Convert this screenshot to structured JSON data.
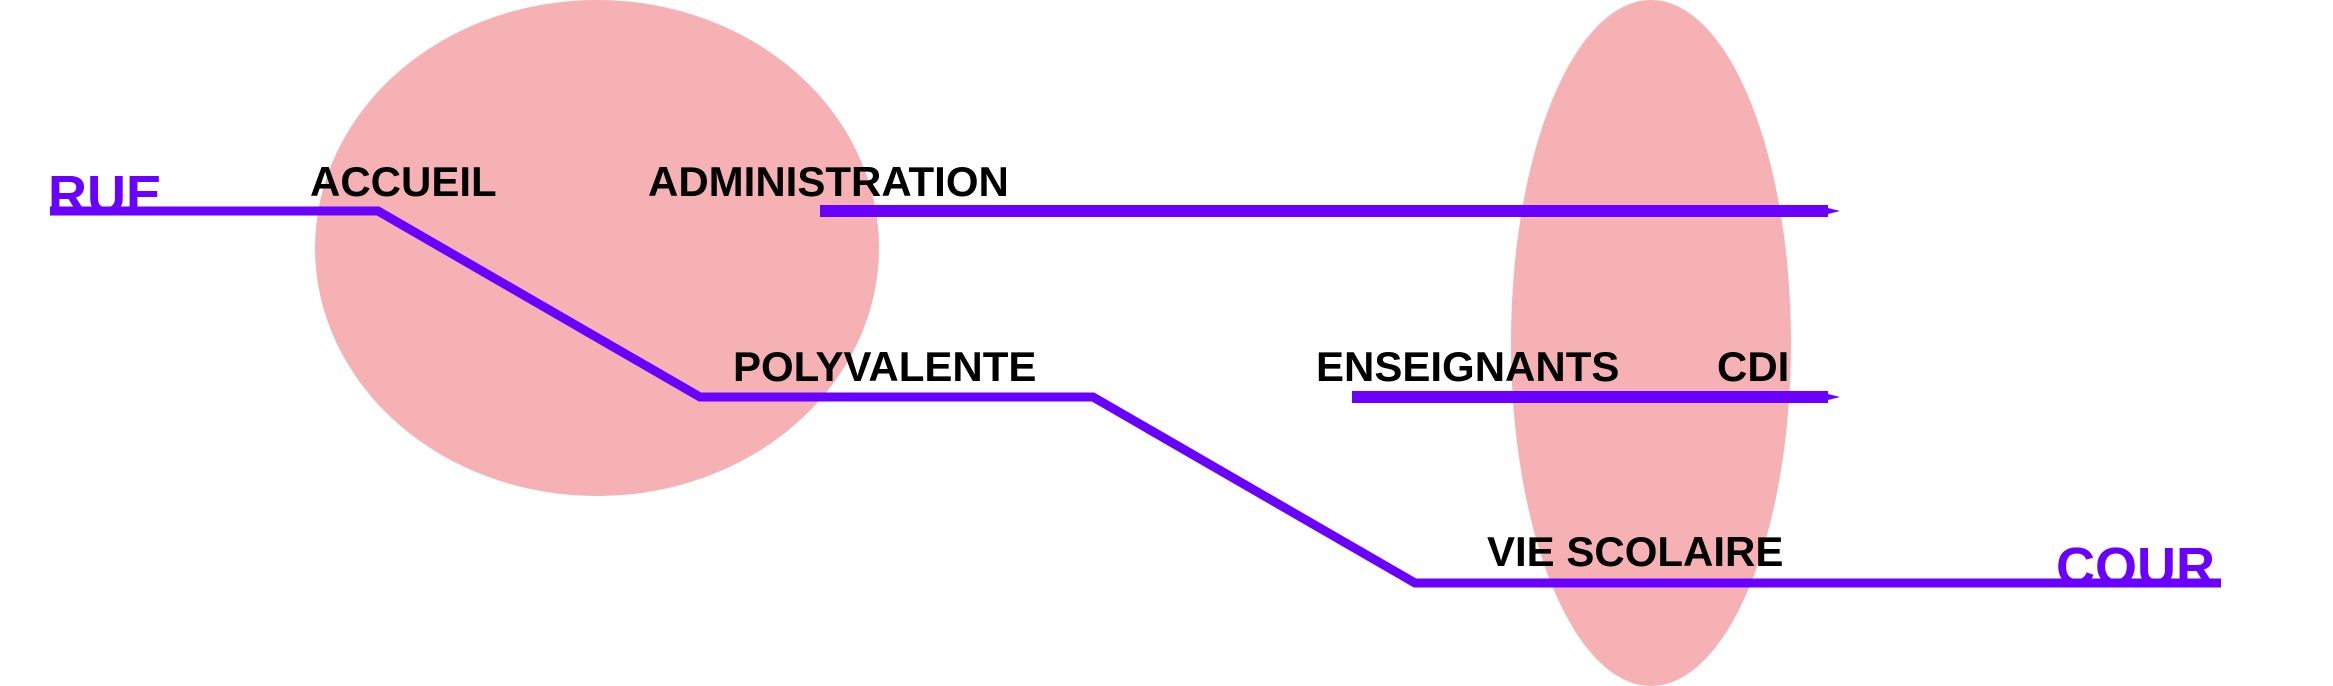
{
  "colors": {
    "zone": "#f5b1b3",
    "route": "#6a00ff",
    "label": "#000000"
  },
  "endpoints": {
    "start": "RUE",
    "end": "COUR"
  },
  "labels": {
    "accueil": "ACCUEIL",
    "administration": "ADMINISTRATION",
    "polyvalente": "POLYVALENTE",
    "enseignants": "ENSEIGNANTS",
    "cdi": "CDI",
    "vie_scolaire": "VIE SCOLAIRE"
  }
}
